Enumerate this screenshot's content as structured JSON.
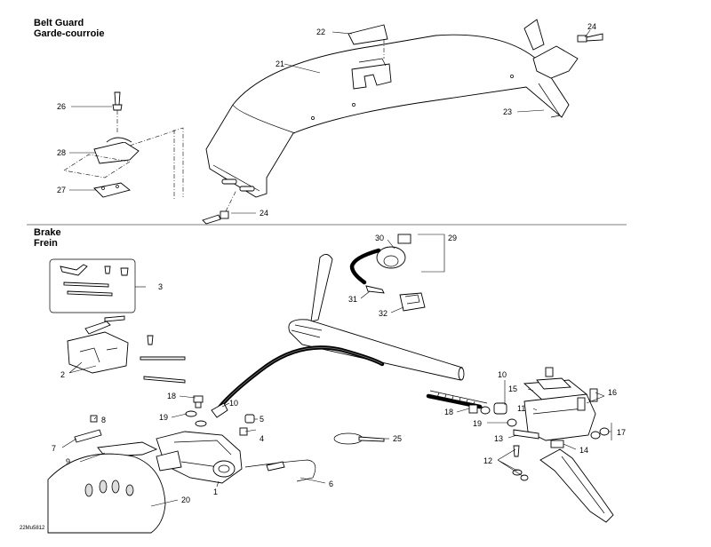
{
  "sections": {
    "belt_guard": {
      "title_en": "Belt Guard",
      "title_fr": "Garde-courroie"
    },
    "brake": {
      "title_en": "Brake",
      "title_fr": "Frein"
    }
  },
  "callouts": {
    "n1": "1",
    "n2": "2",
    "n3": "3",
    "n4": "4",
    "n5": "5",
    "n6": "6",
    "n7": "7",
    "n8": "8",
    "n9": "9",
    "n10a": "10",
    "n10b": "10",
    "n11": "11",
    "n12": "12",
    "n13": "13",
    "n14": "14",
    "n15": "15",
    "n16": "16",
    "n17": "17",
    "n18a": "18",
    "n18b": "18",
    "n19a": "19",
    "n19b": "19",
    "n20": "20",
    "n21": "21",
    "n22": "22",
    "n23": "23",
    "n24a": "24",
    "n24b": "24",
    "n25": "25",
    "n26": "26",
    "n27": "27",
    "n28": "28",
    "n29": "29",
    "n30": "30",
    "n31": "31",
    "n32": "32"
  },
  "drawing_code": "22Mu5812",
  "colors": {
    "line": "#000000",
    "background": "#ffffff"
  }
}
